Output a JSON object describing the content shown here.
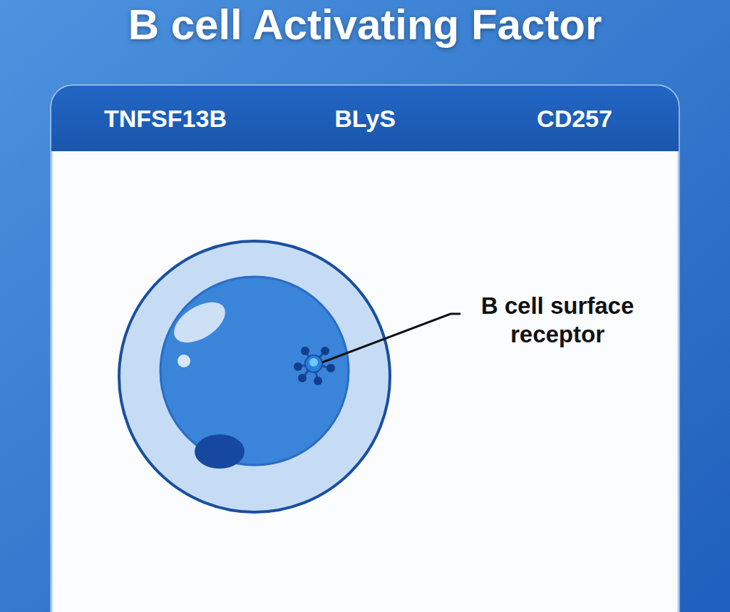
{
  "diagram": {
    "title": "B cell Activating Factor",
    "labels": [
      "TNFSF13B",
      "BLyS",
      "CD257",
      "B cell surface receptor"
    ]
  }
}
